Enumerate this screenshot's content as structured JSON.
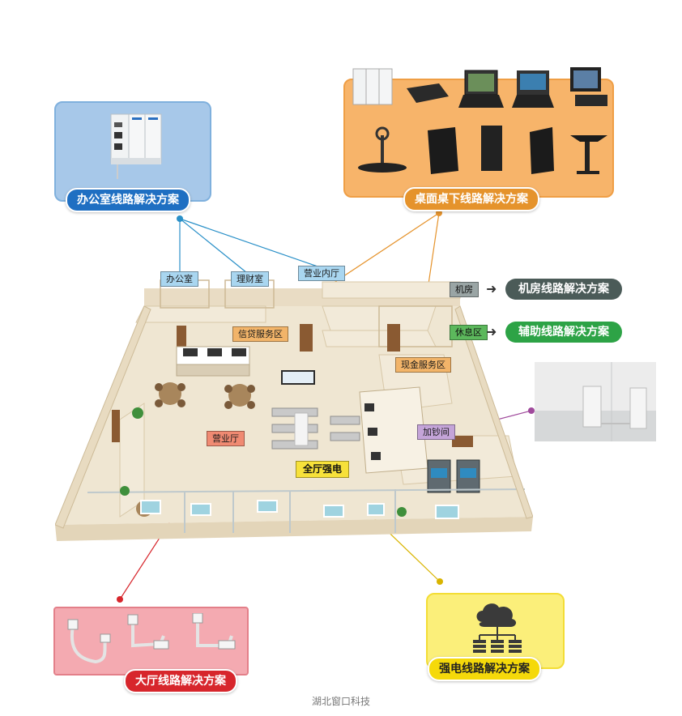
{
  "colors": {
    "office_blue": "#1f6fc2",
    "office_panel": "#a7c8e9",
    "desk_orange": "#e5932c",
    "desk_panel": "#f7b46a",
    "hall_red": "#d7262c",
    "hall_panel": "#f4aab1",
    "power_yellow": "#f5d90a",
    "power_panel": "#fbef7a",
    "machine_gray": "#4b5b58",
    "aux_green": "#2da346"
  },
  "solutions": {
    "office": "办公室线路解决方案",
    "desk": "桌面桌下线路解决方案",
    "hall": "大厅线路解决方案",
    "power": "强电线路解决方案",
    "machine_room": "机房线路解决方案",
    "auxiliary": "辅助线路解决方案"
  },
  "areas": {
    "office": "办公室",
    "wealth": "理财室",
    "inner_hall": "营业内厅",
    "credit": "信贷服务区",
    "machine_room": "机房",
    "rest": "休息区",
    "cash": "现金服务区",
    "cash_add": "加钞间",
    "business_hall": "营业厅",
    "full_power": "全厅强电"
  },
  "icons": {
    "power": "cloud-network-icon"
  },
  "footer": "湖北窗口科技"
}
